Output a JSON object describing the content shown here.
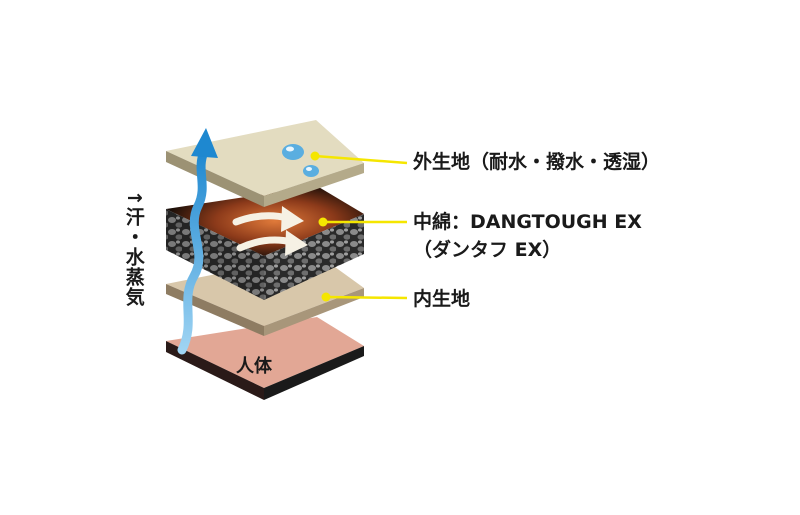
{
  "labels": {
    "outer_fabric": "外生地（耐水・撥水・透湿）",
    "middle_fill_line1": "中綿：DANGTOUGH EX",
    "middle_fill_line2": "（ダンタフ EX）",
    "inner_fabric": "内生地",
    "body": "人体",
    "sweat_vapor": "↑汗・水蒸気"
  },
  "colors": {
    "outer_top": "#e3dcc0",
    "inner_top": "#d8c7aa",
    "body_top": "#e2a795",
    "fill_dark": "#1a1a1a",
    "fill_glow": "#c0602a",
    "vapor_arrow": "#1e88d0",
    "leader_line": "#f5e600"
  }
}
